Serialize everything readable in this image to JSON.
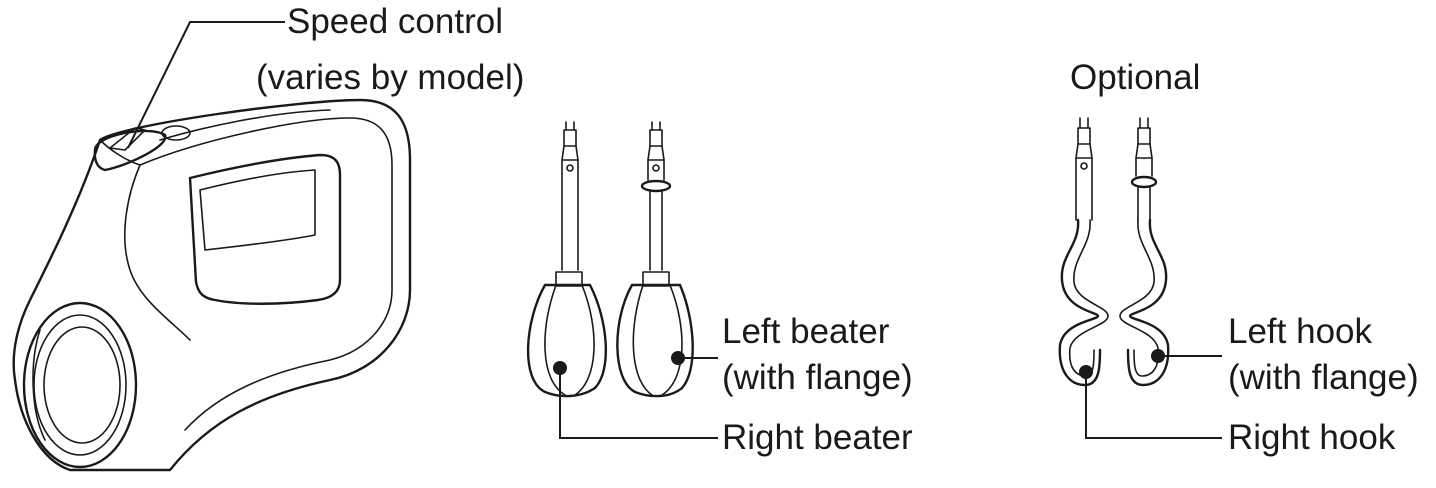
{
  "labels": {
    "speed_control_line1": "Speed control",
    "speed_control_line2": "(varies by model)",
    "optional": "Optional",
    "left_beater_line1": "Left beater",
    "left_beater_line2": "(with flange)",
    "right_beater": "Right beater",
    "left_hook_line1": "Left hook",
    "left_hook_line2": "(with flange)",
    "right_hook": "Right hook"
  }
}
